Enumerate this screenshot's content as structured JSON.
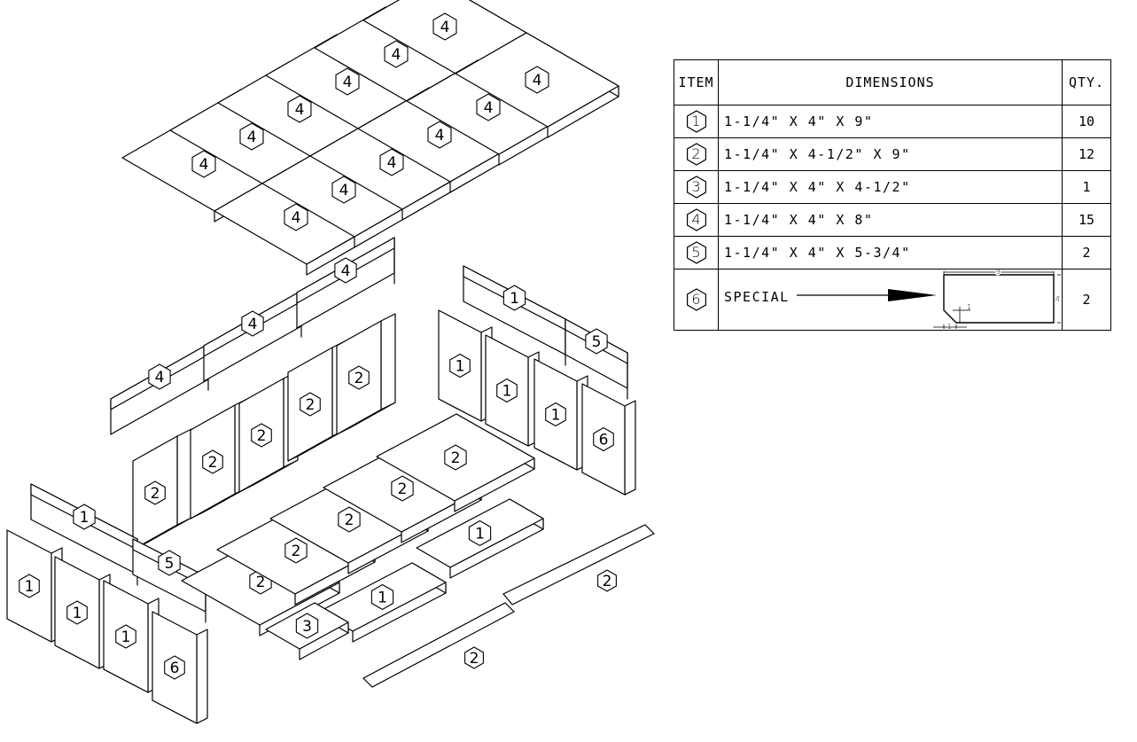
{
  "table": {
    "headers": {
      "item": "ITEM",
      "dimensions": "DIMENSIONS",
      "qty": "QTY."
    },
    "rows": [
      {
        "item": "1",
        "dimensions": "1-1/4\" X 4\" X 9\"",
        "qty": "10"
      },
      {
        "item": "2",
        "dimensions": "1-1/4\" X 4-1/2\" X 9\"",
        "qty": "12"
      },
      {
        "item": "3",
        "dimensions": "1-1/4\" X 4\" X 4-1/2\"",
        "qty": "1"
      },
      {
        "item": "4",
        "dimensions": "1-1/4\" X 4\" X 8\"",
        "qty": "15"
      },
      {
        "item": "5",
        "dimensions": "1-1/4\" X 4\" X 5-3/4\"",
        "qty": "2"
      }
    ],
    "special": {
      "item": "6",
      "label": "SPECIAL",
      "qty": "2",
      "dim_length": "9",
      "dim_height": "4",
      "dim_chamfer_x": "1",
      "dim_chamfer_y": "1"
    }
  },
  "drawing": {
    "stroke_color": "#000000",
    "background": "#ffffff",
    "parts": [
      {
        "group": "roof",
        "label": "4"
      },
      {
        "group": "roof",
        "label": "4"
      },
      {
        "group": "roof",
        "label": "4"
      },
      {
        "group": "roof",
        "label": "4"
      },
      {
        "group": "roof",
        "label": "4"
      },
      {
        "group": "roof",
        "label": "4"
      },
      {
        "group": "roof",
        "label": "4"
      },
      {
        "group": "roof",
        "label": "4"
      },
      {
        "group": "roof",
        "label": "4"
      },
      {
        "group": "roof",
        "label": "4"
      },
      {
        "group": "roof",
        "label": "4"
      },
      {
        "group": "roof",
        "label": "4"
      },
      {
        "group": "back-top",
        "label": "4"
      },
      {
        "group": "back-top",
        "label": "4"
      },
      {
        "group": "back-top",
        "label": "4"
      },
      {
        "group": "back-wall",
        "label": "2"
      },
      {
        "group": "back-wall",
        "label": "2"
      },
      {
        "group": "back-wall",
        "label": "2"
      },
      {
        "group": "back-wall",
        "label": "2"
      },
      {
        "group": "back-wall",
        "label": "2"
      },
      {
        "group": "right-top",
        "label": "1"
      },
      {
        "group": "right-top",
        "label": "5"
      },
      {
        "group": "right-wall",
        "label": "1"
      },
      {
        "group": "right-wall",
        "label": "1"
      },
      {
        "group": "right-wall",
        "label": "1"
      },
      {
        "group": "right-wall",
        "label": "6"
      },
      {
        "group": "left-top",
        "label": "1"
      },
      {
        "group": "left-top",
        "label": "5"
      },
      {
        "group": "left-wall",
        "label": "1"
      },
      {
        "group": "left-wall",
        "label": "1"
      },
      {
        "group": "left-wall",
        "label": "1"
      },
      {
        "group": "left-wall",
        "label": "6"
      },
      {
        "group": "floor",
        "label": "2"
      },
      {
        "group": "floor",
        "label": "2"
      },
      {
        "group": "floor",
        "label": "2"
      },
      {
        "group": "floor",
        "label": "2"
      },
      {
        "group": "floor",
        "label": "2"
      },
      {
        "group": "floor",
        "label": "1"
      },
      {
        "group": "floor",
        "label": "1"
      },
      {
        "group": "floor",
        "label": "3"
      },
      {
        "group": "loose",
        "label": "2"
      },
      {
        "group": "loose",
        "label": "2"
      }
    ]
  }
}
